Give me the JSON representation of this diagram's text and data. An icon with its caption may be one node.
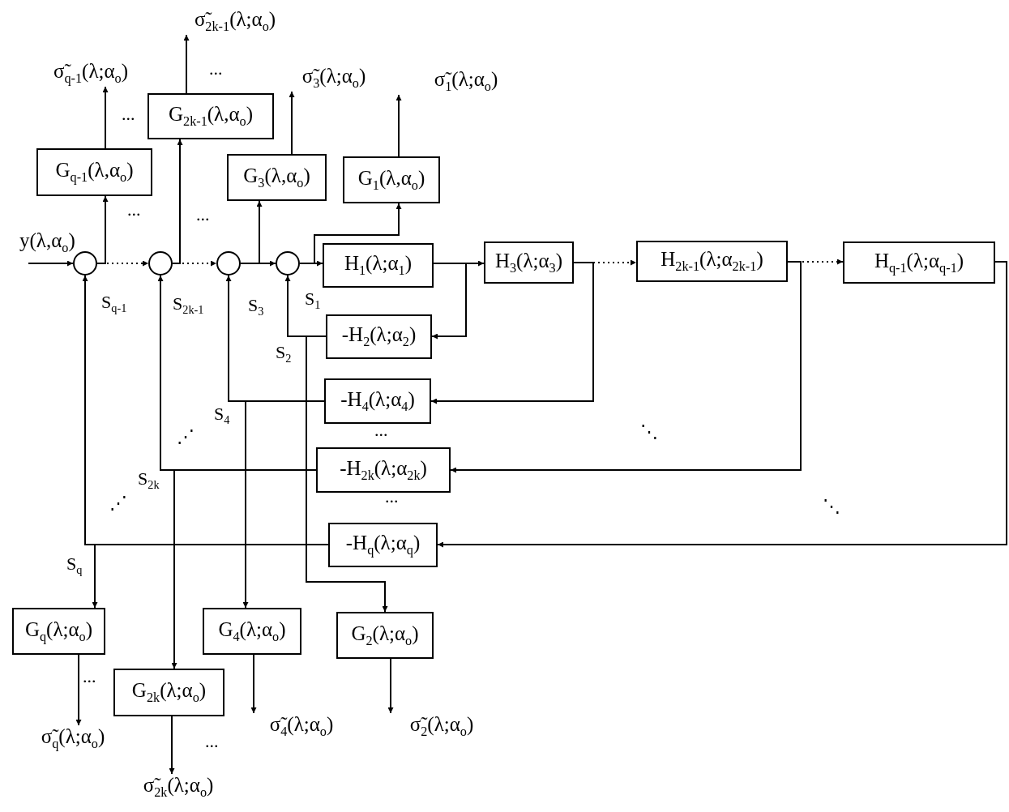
{
  "diagram": {
    "nodes": [
      {
        "text": [
          "σ̃$_{2k-1}$(λ;α$_{o}$)"
        ]
      },
      {
        "text": [
          "σ̃$_{q-1}$(λ;α$_{o}$)"
        ]
      },
      {
        "text": [
          "σ̃$_{3}$(λ;α$_{o}$)"
        ]
      },
      {
        "text": [
          "σ̃$_{1}$(λ;α$_{o}$)"
        ]
      },
      {
        "text": [
          "G$_{2k-1}$(λ,α$_{o}$)"
        ]
      },
      {
        "text": [
          "G$_{q-1}$(λ,α$_{o}$)"
        ]
      },
      {
        "text": [
          "G$_{3}$(λ,α$_{o}$)"
        ]
      },
      {
        "text": [
          "G$_{1}$(λ,α$_{o}$)"
        ]
      },
      {
        "text": [],
        "shape": "circle"
      },
      {
        "text": [],
        "shape": "circle"
      },
      {
        "text": [],
        "shape": "circle"
      },
      {
        "text": [],
        "shape": "circle"
      },
      {
        "text": [
          "H$_{1}$(λ;α$_{1}$)"
        ]
      },
      {
        "text": [
          "H$_{3}$(λ;α$_{3}$)"
        ]
      },
      {
        "text": [
          "H$_{2k-1}$(λ;α$_{2k-1}$)"
        ]
      },
      {
        "text": [
          "H$_{q-1}$(λ;α$_{q-1}$)"
        ]
      },
      {
        "text": [
          "-H$_{2}$(λ;α$_{2}$)"
        ]
      },
      {
        "text": [
          "-H$_{4}$(λ;α$_{4}$)"
        ]
      },
      {
        "text": [
          "-H$_{2k}$(λ;α$_{2k}$)"
        ]
      },
      {
        "text": [
          "-H$_{q}$(λ;α$_{q}$)"
        ]
      },
      {
        "text": [
          "G$_{q}$(λ;α$_{o}$)"
        ]
      },
      {
        "text": [
          "G$_{4}$(λ;α$_{o}$)"
        ]
      },
      {
        "text": [
          "G$_{2}$(λ;α$_{o}$)"
        ]
      },
      {
        "text": [
          "G$_{2k}$(λ;α$_{o}$)"
        ]
      },
      {
        "text": [
          "σ̃$_{q}$(λ;α$_{o}$)"
        ]
      },
      {
        "text": [
          "σ̃$_{4}$(λ;α$_{o}$)"
        ]
      },
      {
        "text": [
          "σ̃$_{2}$(λ;α$_{o}$)"
        ]
      },
      {
        "text": [
          "σ̃$_{2k}$(λ;α$_{o}$)"
        ]
      }
    ],
    "edges": [
      {
        "from": null,
        "to": 8,
        "arrow": "to",
        "label": "y(λ,α$_{o}$)"
      },
      {
        "from": 8,
        "to": 9,
        "arrow": "to",
        "style": "dashed"
      },
      {
        "from": 8,
        "to": 5,
        "arrow": "to"
      },
      {
        "from": 9,
        "to": 10,
        "arrow": "to",
        "style": "dashed"
      },
      {
        "from": 9,
        "to": 4,
        "arrow": "to"
      },
      {
        "from": 10,
        "to": 11,
        "arrow": "to"
      },
      {
        "from": 10,
        "to": 6,
        "arrow": "to"
      },
      {
        "from": 11,
        "to": 12,
        "arrow": "to"
      },
      {
        "from": 11,
        "to": 7,
        "arrow": "to"
      },
      {
        "from": 12,
        "to": 13,
        "arrow": "to"
      },
      {
        "from": 12,
        "to": 16,
        "arrow": "to"
      },
      {
        "from": 13,
        "to": 14,
        "arrow": "to",
        "style": "dashed"
      },
      {
        "from": 13,
        "to": 17,
        "arrow": "to"
      },
      {
        "from": 14,
        "to": 15,
        "arrow": "to",
        "style": "dashed"
      },
      {
        "from": 14,
        "to": 18,
        "arrow": "to"
      },
      {
        "from": 15,
        "to": 19,
        "arrow": "to"
      },
      {
        "from": 16,
        "to": 11,
        "arrow": "to"
      },
      {
        "from": 16,
        "to": 22,
        "arrow": "to"
      },
      {
        "from": 17,
        "to": 10,
        "arrow": "to"
      },
      {
        "from": 17,
        "to": 21,
        "arrow": "to"
      },
      {
        "from": 18,
        "to": 9,
        "arrow": "to"
      },
      {
        "from": 18,
        "to": 23,
        "arrow": "to"
      },
      {
        "from": 19,
        "to": 8,
        "arrow": "to"
      },
      {
        "from": 19,
        "to": 20,
        "arrow": "to"
      },
      {
        "from": 4,
        "to": 0,
        "arrow": "to"
      },
      {
        "from": 5,
        "to": 1,
        "arrow": "to"
      },
      {
        "from": 6,
        "to": 2,
        "arrow": "to"
      },
      {
        "from": 7,
        "to": 3,
        "arrow": "to"
      },
      {
        "from": 20,
        "to": 24,
        "arrow": "to"
      },
      {
        "from": 23,
        "to": 27,
        "arrow": "to"
      },
      {
        "from": 21,
        "to": 25,
        "arrow": "to"
      },
      {
        "from": 22,
        "to": 26,
        "arrow": "to"
      }
    ],
    "labels": [
      "...",
      "...",
      "...",
      "...",
      "S$_{q-1}$",
      "S$_{2k-1}$",
      "S$_{3}$",
      "S$_{1}$",
      "S$_{2}$",
      "S$_{4}$",
      "⋰",
      "...",
      "⋱",
      "S$_{2k}$",
      "⋰",
      "...",
      "⋱",
      "S$_{q}$",
      "...",
      "..."
    ]
  }
}
